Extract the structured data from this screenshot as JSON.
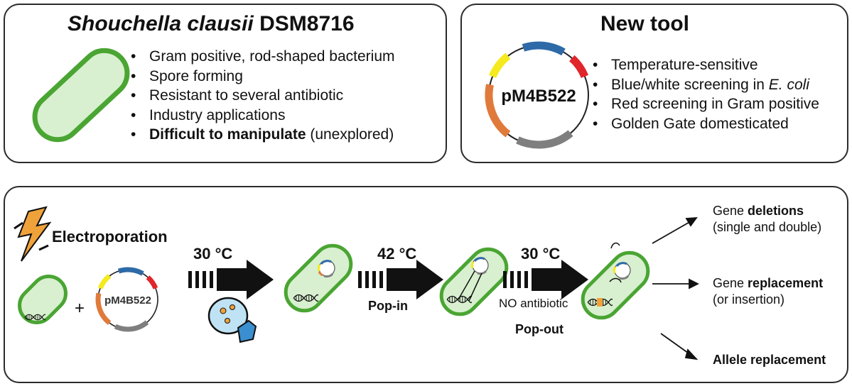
{
  "top_left": {
    "title_italic": "Shouchella clausii",
    "title_rest": " DSM8716",
    "bullets": [
      {
        "text": "Gram positive, rod-shaped bacterium",
        "bold": ""
      },
      {
        "text": "Spore forming",
        "bold": ""
      },
      {
        "text": "Resistant to several antibiotic",
        "bold": ""
      },
      {
        "text": "Industry applications",
        "bold": ""
      },
      {
        "text": " (unexplored)",
        "bold": "Difficult to manipulate"
      }
    ]
  },
  "top_right": {
    "title": "New tool",
    "plasmid_label": "pM4B522",
    "bullets": {
      "b1": "Temperature-sensitive",
      "b2_pre": "Blue/white screening in ",
      "b2_italic": "E. coli",
      "b3": "Red screening in Gram positive",
      "b4": "Golden Gate domesticated"
    }
  },
  "workflow": {
    "electroporation": "Electroporation",
    "plus": "+",
    "plasmid_label": "pM4B522",
    "step1_temp": "30 °C",
    "step2_temp": "42 °C",
    "step2_label": "Pop-in",
    "step3_temp": "30 °C",
    "step3_note": "NO antibiotic",
    "step3_label": "Pop-out",
    "small_plasmid_label": "pM4B522",
    "outcomes": [
      {
        "pre": "Gene ",
        "bold": "deletions",
        "sub": "(single and double)"
      },
      {
        "pre": "Gene ",
        "bold": "replacement",
        "sub": "(or insertion)"
      },
      {
        "pre": "",
        "bold": "Allele replacement",
        "sub": ""
      }
    ]
  },
  "colors": {
    "cell_border": "#4aa533",
    "cell_fill": "#d8f0cf",
    "plasmid_blue": "#2e6aa8",
    "plasmid_red": "#e0262b",
    "plasmid_yellow": "#f5ea1e",
    "plasmid_orange": "#e07a3b",
    "plasmid_gray": "#7f7f7f",
    "lightning": "#f0a23a"
  }
}
